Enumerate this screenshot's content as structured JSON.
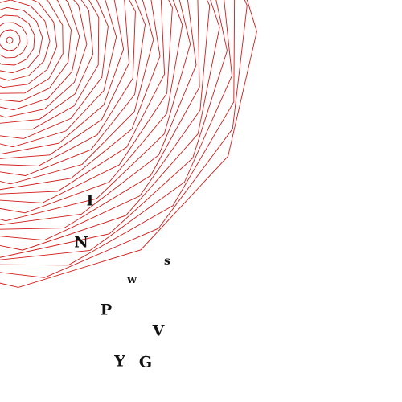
{
  "colors": {
    "background": "#ffffff",
    "spiral_stroke": "#d11a1a",
    "glyph": "#111111"
  },
  "glyphs": {
    "i": "I",
    "n": "N",
    "s": "s",
    "w": "w",
    "p": "P",
    "v": "V",
    "y": "Y",
    "g": "G"
  }
}
